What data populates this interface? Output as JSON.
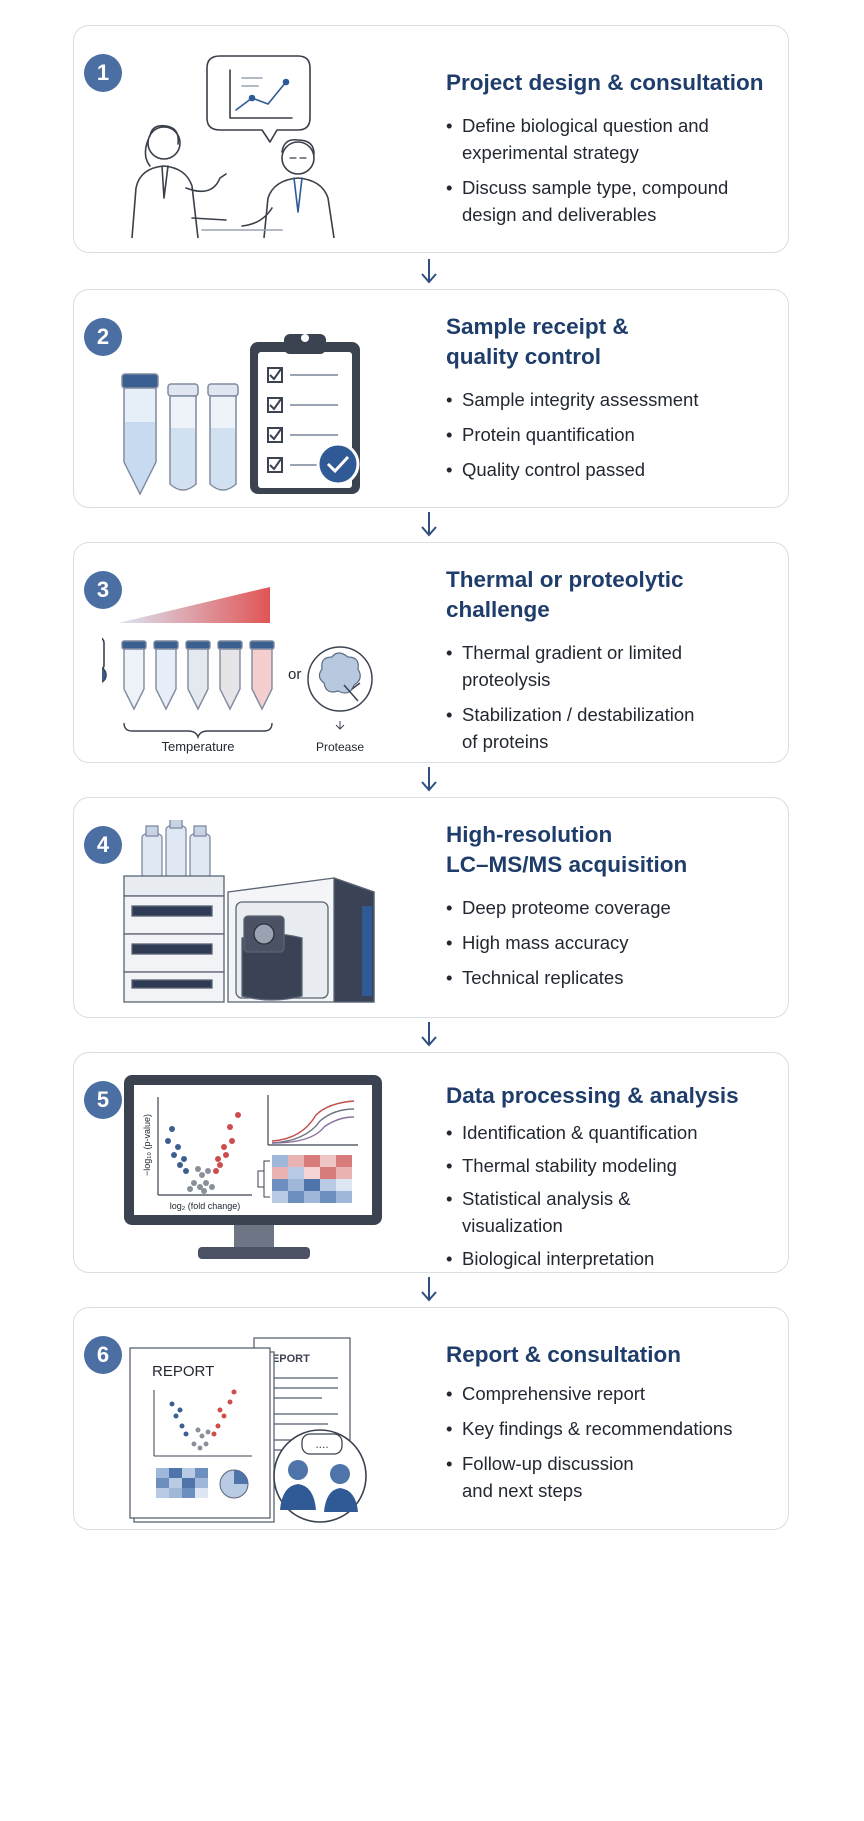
{
  "steps": [
    {
      "number": "1",
      "title": "Project design & consultation",
      "bullets": [
        "Define biological question and\nexperimental strategy",
        "Discuss sample type, compound\ndesign and deliverables"
      ],
      "illustration": "consultation-scientists"
    },
    {
      "number": "2",
      "title": "Sample receipt &\nquality control",
      "bullets": [
        "Sample integrity assessment",
        "Protein quantification",
        "Quality control passed"
      ],
      "illustration": "tubes-and-clipboard"
    },
    {
      "number": "3",
      "title": "Thermal or proteolytic\nchallenge",
      "bullets": [
        "Thermal gradient or limited\nproteolysis",
        "Stabilization / destabilization\nof proteins"
      ],
      "illustration": "temperature-gradient-protease",
      "labels": {
        "or": "or",
        "temperature": "Temperature",
        "protease": "Protease"
      }
    },
    {
      "number": "4",
      "title": "High-resolution\nLC–MS/MS acquisition",
      "bullets": [
        "Deep proteome coverage",
        "High mass accuracy",
        "Technical replicates"
      ],
      "illustration": "lc-ms-instrument"
    },
    {
      "number": "5",
      "title": "Data processing & analysis",
      "bullets": [
        "Identification & quantification",
        "Thermal stability modeling",
        "Statistical analysis &\nvisualization",
        "Biological interpretation"
      ],
      "illustration": "monitor-volcano-plot",
      "labels": {
        "xaxis": "log₂ (fold change)",
        "yaxis": "−log₁₀ (p-value)"
      }
    },
    {
      "number": "6",
      "title": "Report & consultation",
      "bullets": [
        "Comprehensive report",
        "Key findings & recommendations",
        "Follow-up discussion\nand next steps"
      ],
      "illustration": "report-and-meeting",
      "labels": {
        "report_front": "REPORT",
        "report_back": "REPORT",
        "speech": "...."
      }
    }
  ],
  "colors": {
    "accent": "#1f3d6b",
    "badge": "#4b6fa3",
    "card_border": "#d9dde4"
  },
  "arrow_icon": "arrow-down-icon"
}
